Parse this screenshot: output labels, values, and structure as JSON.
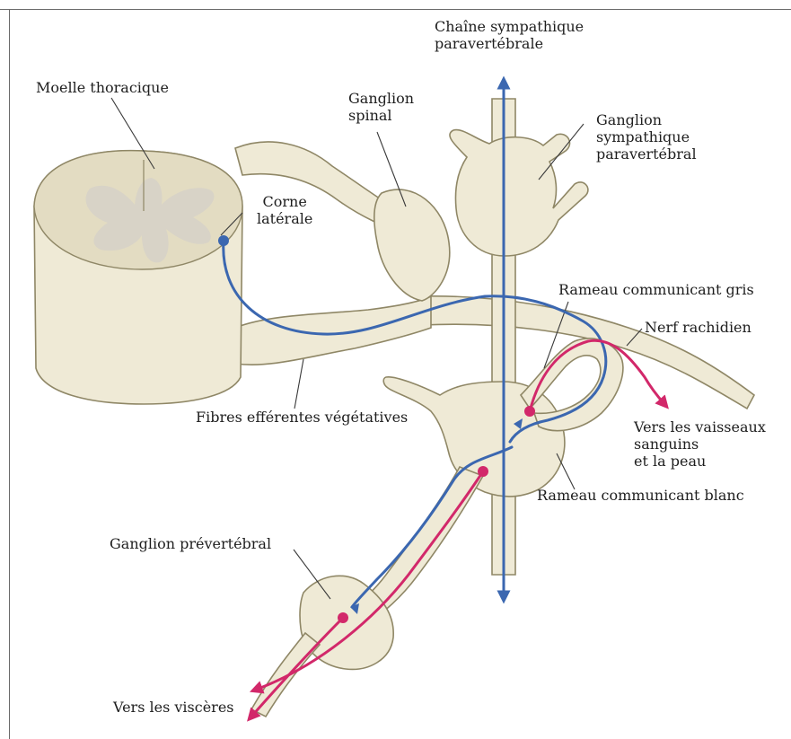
{
  "colors": {
    "preganglionic_fiber": "#3b67b0",
    "postganglionic_fiber": "#d2286a",
    "tissue": "#efead6",
    "outline": "#8f8766",
    "grey_matter": "#d8d3c7"
  },
  "labels": {
    "moelle": "Moelle thoracique",
    "corne": "Corne\nlatérale",
    "ganglion_spinal": "Ganglion\nspinal",
    "chaine": "Chaîne sympathique\nparavertébrale",
    "ganglion_symp": "Ganglion\nsympathique\nparavertébral",
    "rameau_gris": "Rameau communicant gris",
    "nerf": "Nerf rachidien",
    "vers_vaisseaux": "Vers les vaisseaux\nsanguins\net la peau",
    "rameau_blanc": "Rameau communicant blanc",
    "fibres": "Fibres efférentes végétatives",
    "ganglion_prev": "Ganglion prévertébral",
    "vers_visceres": "Vers les viscères"
  }
}
